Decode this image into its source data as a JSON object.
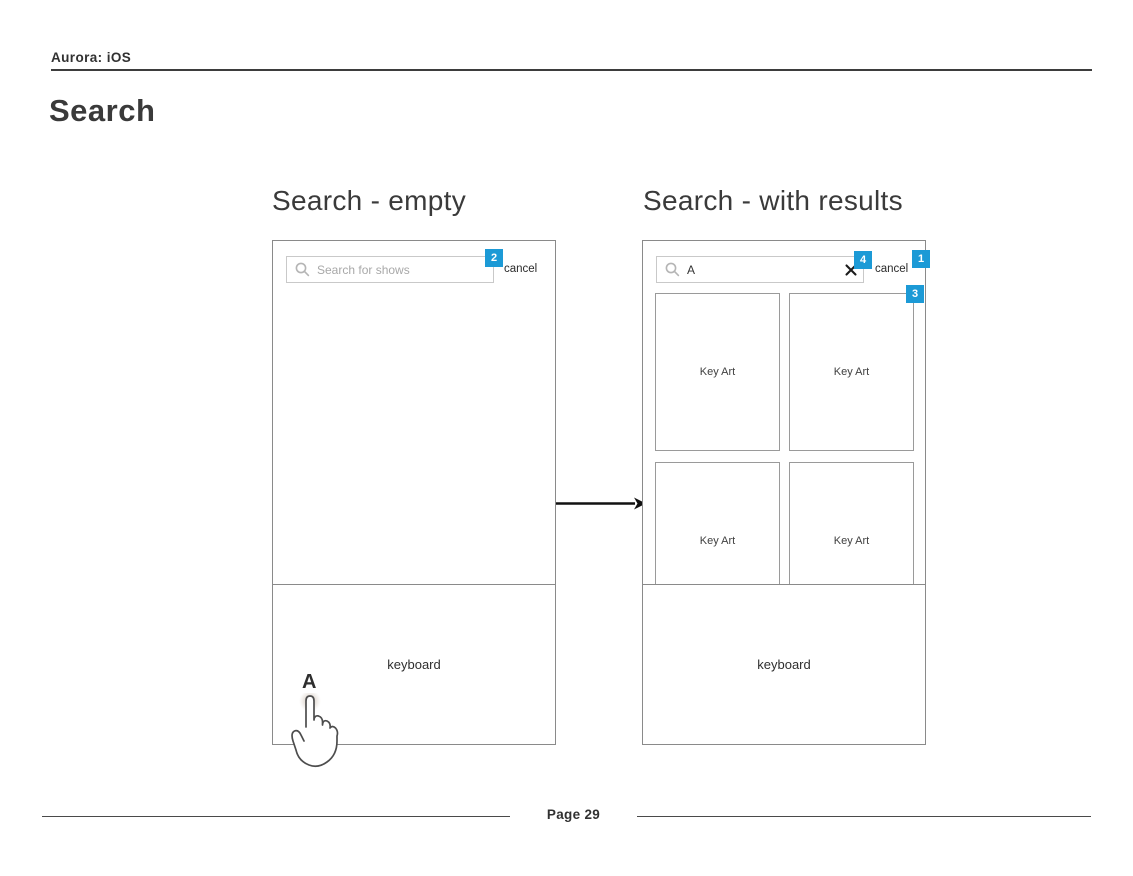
{
  "header": {
    "app_label": "Aurora: iOS",
    "page_title": "Search"
  },
  "footer": {
    "label": "Page 29"
  },
  "colors": {
    "annotation_blue": "#1C9AD6"
  },
  "panel_empty": {
    "title": "Search - empty",
    "search_placeholder": "Search for shows",
    "cancel_label": "cancel",
    "annotation_search_field": "2",
    "keyboard_label": "keyboard",
    "tapped_key": "A"
  },
  "panel_results": {
    "title": "Search - with results",
    "search_value": "A",
    "cancel_label": "cancel",
    "annotation_clear": "4",
    "annotation_cancel": "1",
    "annotation_results": "3",
    "keyboard_label": "keyboard",
    "results": [
      {
        "label": "Key Art"
      },
      {
        "label": "Key Art"
      },
      {
        "label": "Key Art"
      },
      {
        "label": "Key Art"
      }
    ]
  }
}
